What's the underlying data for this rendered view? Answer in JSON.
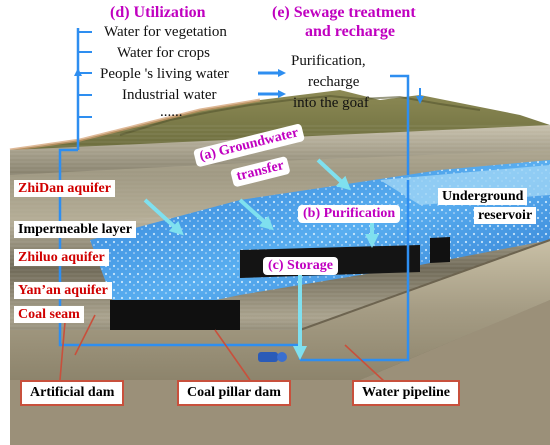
{
  "utilization": {
    "title": "(d) Utilization",
    "items": [
      "Water for vegetation",
      "Water for crops",
      "People 's living water",
      "Industrial water",
      "......"
    ]
  },
  "sewage": {
    "title_line1": "(e) Sewage treatment",
    "title_line2": "and recharge",
    "purification_line1": "Purification,",
    "purification_line2": "recharge",
    "purification_line3": "into the goaf"
  },
  "stages": {
    "transfer_line1": "(a) Groundwater",
    "transfer_line2": "transfer",
    "purification": "(b) Purification",
    "storage": "(c) Storage"
  },
  "strata": {
    "zhidan": "ZhiDan aquifer",
    "impermeable": "Impermeable layer",
    "zhiluo": "Zhiluo aquifer",
    "yanan": "Yan’an aquifer",
    "coal_seam": "Coal seam"
  },
  "reservoir_line1": "Underground",
  "reservoir_line2": "reservoir",
  "callouts": {
    "artificial_dam": "Artificial dam",
    "coal_pillar_dam": "Coal pillar dam",
    "water_pipeline": "Water pipeline"
  },
  "colors": {
    "title_purple": "#c000c0",
    "stratum_red": "#d00000",
    "arrow_blue": "#2e8ef0",
    "arrow_cyan": "#7fe0ef",
    "callout_border": "#c8503c"
  }
}
